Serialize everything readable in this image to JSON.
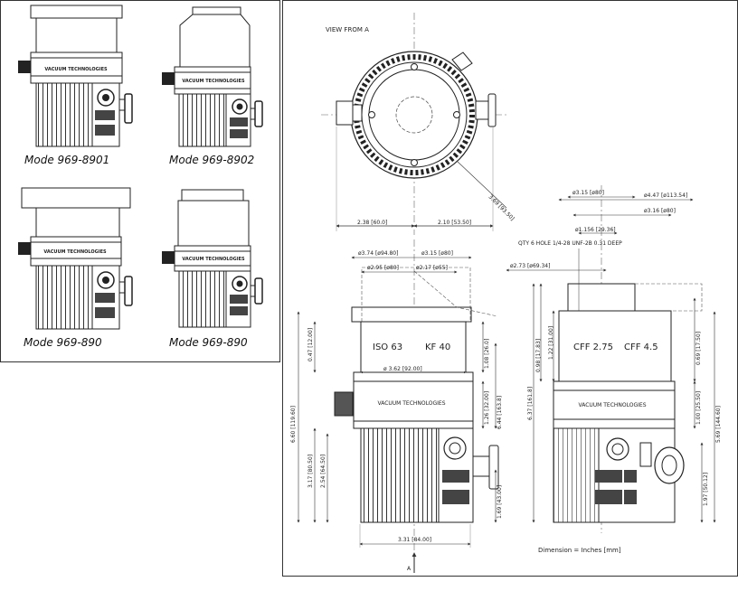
{
  "models": [
    {
      "label": "Mode 969-8901"
    },
    {
      "label": "Mode 969-8902"
    },
    {
      "label": "Mode  969-890"
    },
    {
      "label": "Mode  969-890"
    }
  ],
  "brand": "VACUUM TECHNOLOGIES",
  "view_label": "VIEW FROM A",
  "arrow_label": "A",
  "footer": "Dimension = Inches [mm]",
  "port_left": {
    "a": "ISO 63",
    "b": "KF 40"
  },
  "port_right": {
    "a": "CFF 2.75",
    "b": "CFF 4.5"
  },
  "dims": {
    "d_238": "2.38 [60.0]",
    "d_210": "2.10 [53.50]",
    "d_angle": "3.69 [93.50]",
    "d_374": "ø3.74 [ø94.80]",
    "d_315": "ø3.15 [ø80]",
    "d_447": "ø4.47 [ø113.54]",
    "d_316": "ø3.16 [ø80]",
    "d_295": "ø2.95 [ø80]",
    "d_217": "ø2.17 [ø55]",
    "d_273": "ø2.73 [ø69.34]",
    "d_156": "ø1.156 [29.36]",
    "d_bolt": "QTY 6 HOLE  1/4-28 UNF-2B 0.31 DEEP",
    "d_lens": "ø 3.62 [92.00]",
    "d_047": "0.47 [12.00]",
    "d_108": "1.08 [26.0]",
    "d_126": "1.26 [32.00]",
    "d_644": "6.44 [163.8]",
    "d_660": "6.60 [119.60]",
    "d_317": "3.17 [80.50]",
    "d_254": "2.54 [64.50]",
    "d_169": "1.69 [43.00]",
    "d_098": "0.98 [17.83]",
    "d_122": "1.22 [31.00]",
    "d_637": "6.37 [161.8]",
    "d_069": "0.69 [17.50]",
    "d_100": "1.00 [25.50]",
    "d_569": "5.69 [144.60]",
    "d_197": "1.97 [50.12]",
    "d_331": "3.31 [84.00]"
  }
}
